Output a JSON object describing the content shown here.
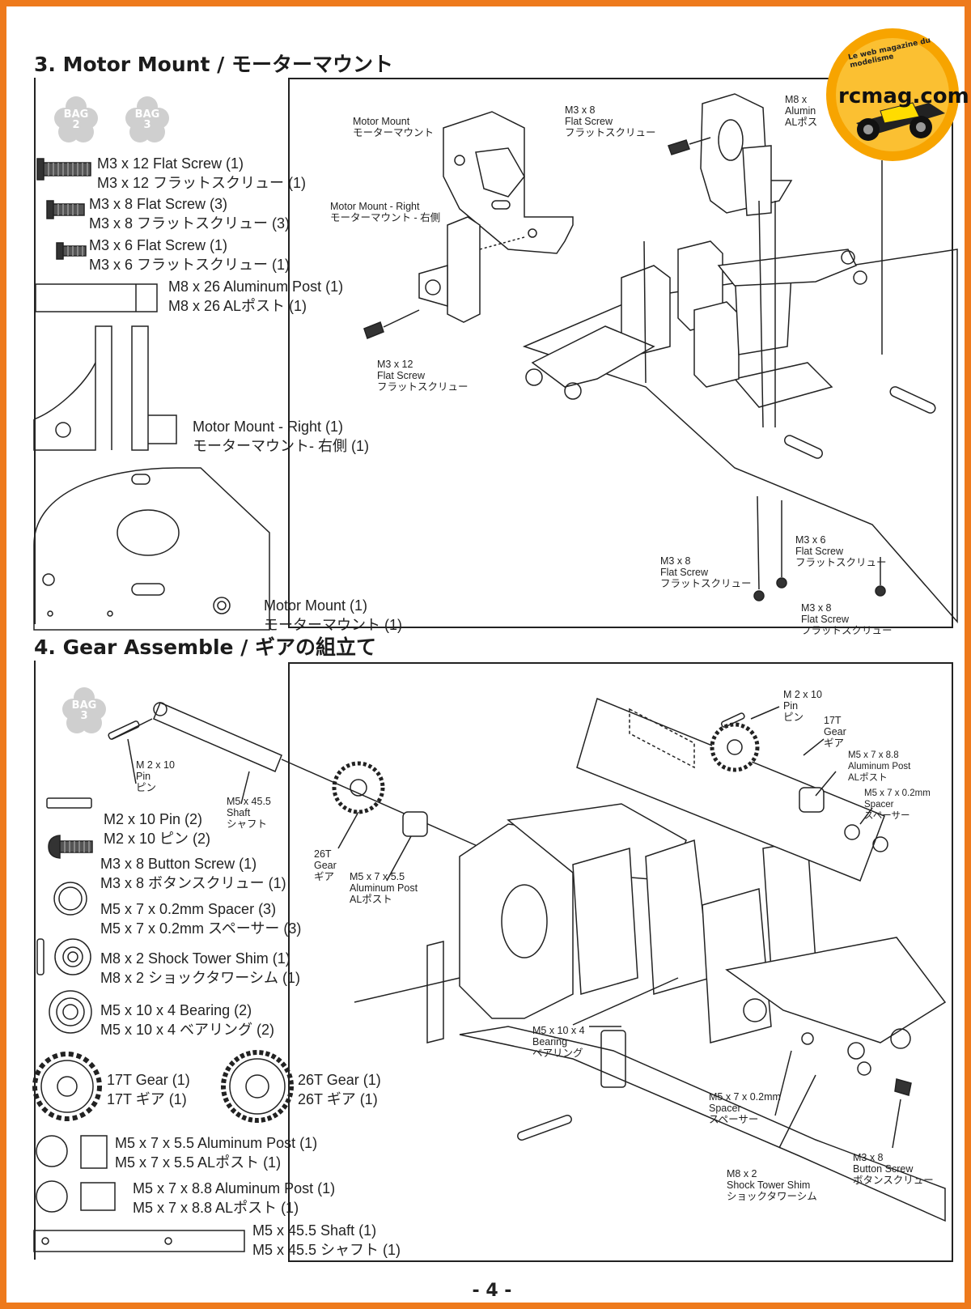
{
  "page_number": "- 4 -",
  "logo": {
    "site": "rcmag.com",
    "tagline": "Le web magazine du modelisme"
  },
  "section3": {
    "title": "3. Motor Mount / モーターマウント",
    "bags": [
      "2",
      "3"
    ],
    "bag_label": "BAG",
    "parts": [
      {
        "en": "M3 x 12 Flat Screw (1)",
        "jp": "M3 x 12 フラットスクリュー (1)"
      },
      {
        "en": "M3 x 8 Flat Screw (3)",
        "jp": "M3 x 8 フラットスクリュー (3)"
      },
      {
        "en": "M3 x 6 Flat Screw (1)",
        "jp": "M3 x 6 フラットスクリュー (1)"
      },
      {
        "en": "M8 x 26 Aluminum Post (1)",
        "jp": "M8 x 26 ALポスト (1)"
      },
      {
        "en": "Motor Mount - Right (1)",
        "jp": "モーターマウント- 右側 (1)"
      },
      {
        "en": "Motor Mount (1)",
        "jp": "モーターマウント (1)"
      }
    ],
    "callouts": {
      "motor_mount": [
        "Motor Mount",
        "モーターマウント"
      ],
      "motor_mount_right": [
        "Motor Mount - Right",
        "モーターマウント - 右側"
      ],
      "m3x12": [
        "M3 x 12",
        "Flat Screw",
        "フラットスクリュー"
      ],
      "m3x8_top": [
        "M3 x 8",
        "Flat Screw",
        "フラットスクリュー"
      ],
      "m8_top": [
        "M8 x",
        "Alumin",
        "ALポス"
      ],
      "m3x8_bottom_left": [
        "M3 x 8",
        "Flat Screw",
        "フラットスクリュー"
      ],
      "m3x6_bottom": [
        "M3 x 6",
        "Flat Screw",
        "フラットスクリュー"
      ],
      "m3x8_bottom_right": [
        "M3 x 8",
        "Flat Screw",
        "フラットスクリュー"
      ]
    }
  },
  "section4": {
    "title": "4. Gear Assemble / ギアの組立て",
    "bags": [
      "3"
    ],
    "bag_label": "BAG",
    "parts": [
      {
        "en": "M2 x 10 Pin (2)",
        "jp": "M2 x 10 ピン (2)"
      },
      {
        "en": "M3 x 8 Button Screw (1)",
        "jp": "M3 x 8 ボタンスクリュー (1)"
      },
      {
        "en": "M5 x 7 x 0.2mm Spacer (3)",
        "jp": "M5 x 7 x 0.2mm スペーサー (3)"
      },
      {
        "en": "M8 x 2 Shock Tower Shim (1)",
        "jp": "M8 x 2 ショックタワーシム (1)"
      },
      {
        "en": "M5 x 10 x 4 Bearing (2)",
        "jp": "M5 x 10 x 4 ベアリング (2)"
      },
      {
        "en": "17T Gear (1)",
        "jp": "17T ギア (1)"
      },
      {
        "en": "26T Gear (1)",
        "jp": "26T ギア (1)"
      },
      {
        "en": "M5 x 7 x 5.5 Aluminum Post (1)",
        "jp": "M5 x 7 x 5.5 ALポスト (1)"
      },
      {
        "en": "M5 x 7 x 8.8 Aluminum Post (1)",
        "jp": "M5 x 7 x 8.8 ALポスト (1)"
      },
      {
        "en": "M5 x 45.5 Shaft (1)",
        "jp": "M5 x 45.5 シャフト (1)"
      }
    ],
    "callouts": {
      "pin_left": [
        "M 2 x 10",
        "Pin",
        "ピン"
      ],
      "shaft": [
        "M5 x 45.5",
        "Shaft",
        "シャフト"
      ],
      "gear26": [
        "26T",
        "Gear",
        "ギア"
      ],
      "post55": [
        "M5 x 7 x 5.5",
        "Aluminum Post",
        "ALポスト"
      ],
      "pin_right": [
        "M 2 x 10",
        "Pin",
        "ピン"
      ],
      "gear17": [
        "17T",
        "Gear",
        "ギア"
      ],
      "post88": [
        "M5 x 7 x 8.8",
        "Aluminum Post",
        "ALポスト"
      ],
      "spacer_top": [
        "M5 x 7 x 0.2mm",
        "Spacer",
        "スペーサー"
      ],
      "bearing": [
        "M5 x 10 x 4",
        "Bearing",
        "ベアリング"
      ],
      "spacer_bottom": [
        "M5 x 7 x 0.2mm",
        "Spacer",
        "スペーサー"
      ],
      "shim": [
        "M8 x 2",
        "Shock Tower Shim",
        "ショックタワーシム"
      ],
      "button_screw": [
        "M3 x 8",
        "Button Screw",
        "ボタンスクリュー"
      ]
    }
  }
}
